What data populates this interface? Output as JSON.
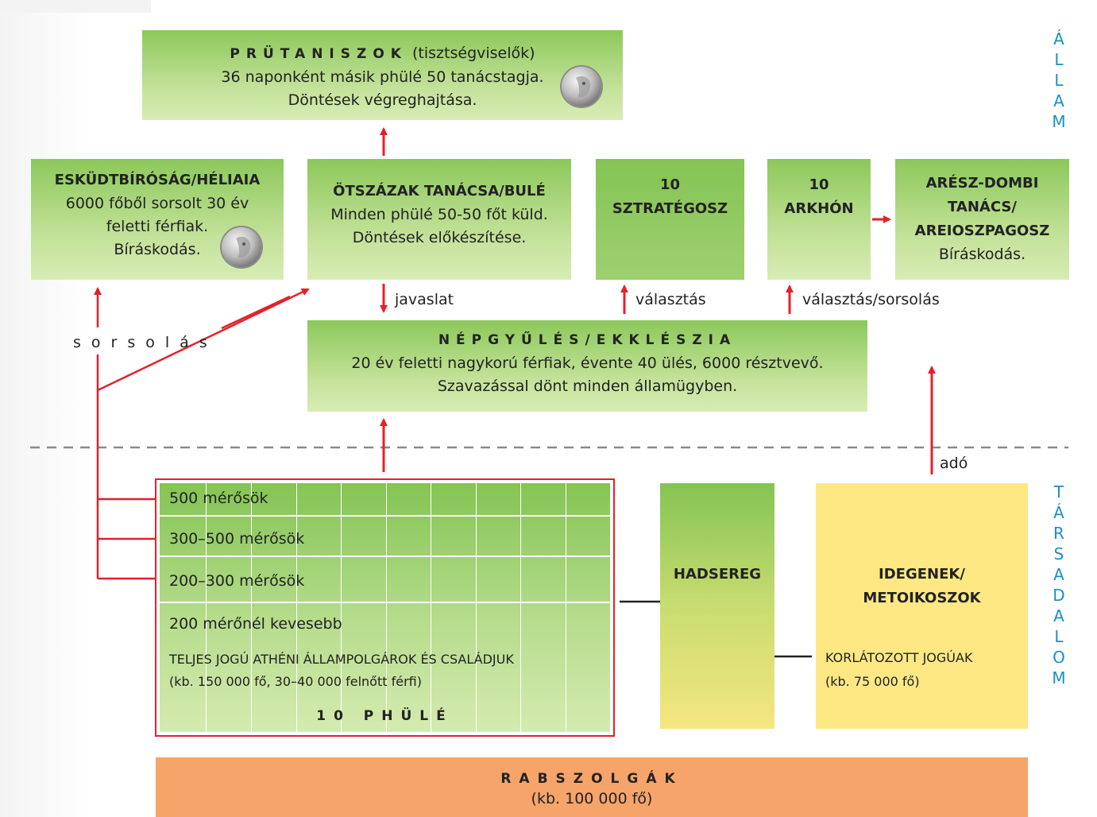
{
  "prutaniszok": {
    "title": "PRÜTANISZOK",
    "title_suffix": "(tisztségviselők)",
    "line1": "36 naponként másik phülé 50 tanácstagja.",
    "line2": "Döntések végreghajtása."
  },
  "heliaia": {
    "title": "ESKÜDTBÍRÓSÁG/HÉLIAIA",
    "line1": "6000 főből sorsolt 30 év",
    "line2": "feletti férfiak.",
    "line3": "Bíráskodás."
  },
  "bule": {
    "title": "ÖTSZÁZAK TANÁCSA/BULÉ",
    "line1": "Minden phülé 50-50 főt küld.",
    "line2": "Döntések előkészítése."
  },
  "sztrategosz": {
    "line1": "10",
    "line2": "SZTRATÉGOSZ"
  },
  "arkhon": {
    "line1": "10",
    "line2": "ARKHÓN"
  },
  "areiosz": {
    "line1": "ARÉSZ-DOMBI",
    "line2": "TANÁCS/",
    "line3": "AREIOSZPAGOSZ",
    "line4": "Bíráskodás."
  },
  "ekklezsia": {
    "title": "NÉPGYŰLÉS/EKKLÉSZIA",
    "line1": "20 év feletti nagykorú férfiak, évente 40 ülés, 6000 résztvevő.",
    "line2": "Szavazással dönt minden államügyben."
  },
  "labels": {
    "javaslat": "javaslat",
    "valasztas": "választás",
    "valasztas_sorsolas": "választás/sorsolás",
    "sorsolas": "sorsolás",
    "ado": "adó"
  },
  "phule": {
    "rows": [
      "500 mérősök",
      "300–500 mérősök",
      "200–300 mérősök",
      "200 mérőnél kevesebb"
    ],
    "note1": "TELJES JOGÚ ATHÉNI ÁLLAMPOLGÁROK ÉS CSALÁDJUK",
    "note2": "(kb. 150 000 fő, 30–40 000 felnőtt férfi)",
    "title": "10 PHÜLÉ"
  },
  "hadsereg": {
    "title": "HADSEREG"
  },
  "idegenek": {
    "line1": "IDEGENEK/",
    "line2": "METOIKOSZOK",
    "note1": "KORLÁTOZOTT JOGÚAK",
    "note2": "(kb. 75 000 fő)"
  },
  "rabszolgak": {
    "title": "RABSZOLGÁK",
    "line1": "(kb. 100 000 fő)"
  },
  "side": {
    "allam": [
      "Á",
      "L",
      "L",
      "A",
      "M"
    ],
    "tarsadalom": [
      "T",
      "Á",
      "R",
      "S",
      "A",
      "D",
      "A",
      "L",
      "O",
      "M"
    ]
  },
  "colors": {
    "green_dark": "#84c454",
    "green_light": "#d7ecb4",
    "yellow": "#fde884",
    "orange": "#f6a46a",
    "arrow_red": "#e4202a",
    "side_blue": "#1b8fc8"
  },
  "icons": [
    "coin-icon"
  ]
}
